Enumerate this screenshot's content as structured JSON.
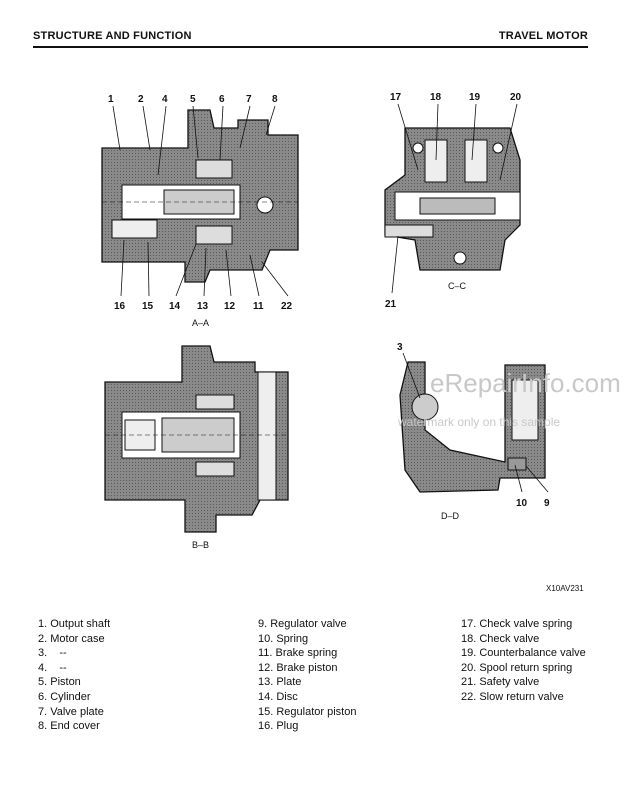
{
  "header": {
    "left": "STRUCTURE AND FUNCTION",
    "right": "TRAVEL MOTOR"
  },
  "drawings": {
    "aa": {
      "label": "A–A",
      "callouts_top": [
        "1",
        "2",
        "4",
        "5",
        "6",
        "7",
        "8"
      ],
      "callouts_bottom": [
        "16",
        "15",
        "14",
        "13",
        "12",
        "11",
        "22"
      ]
    },
    "cc": {
      "label": "C–C",
      "callouts_top": [
        "17",
        "18",
        "19",
        "20"
      ],
      "callouts_bottom": [
        "21"
      ]
    },
    "bb": {
      "label": "B–B"
    },
    "dd": {
      "label": "D–D",
      "callouts": [
        "3",
        "10",
        "9"
      ]
    },
    "drawing_id": "X10AV231"
  },
  "watermark": {
    "site": "eRepairInfo.com",
    "note": "watermark only on this sample"
  },
  "parts": {
    "col1": [
      "1. Output shaft",
      "2. Motor case",
      "3.    --",
      "4.    --",
      "5. Piston",
      "6. Cylinder",
      "7. Valve plate",
      "8. End cover"
    ],
    "col2": [
      "9. Regulator valve",
      "10. Spring",
      "11. Brake spring",
      "12. Brake piston",
      "13. Plate",
      "14. Disc",
      "15. Regulator piston",
      "16. Plug"
    ],
    "col3": [
      "17. Check valve spring",
      "18. Check valve",
      "19. Counterbalance valve",
      "20. Spool return spring",
      "21. Safety valve",
      "22. Slow return valve"
    ]
  }
}
